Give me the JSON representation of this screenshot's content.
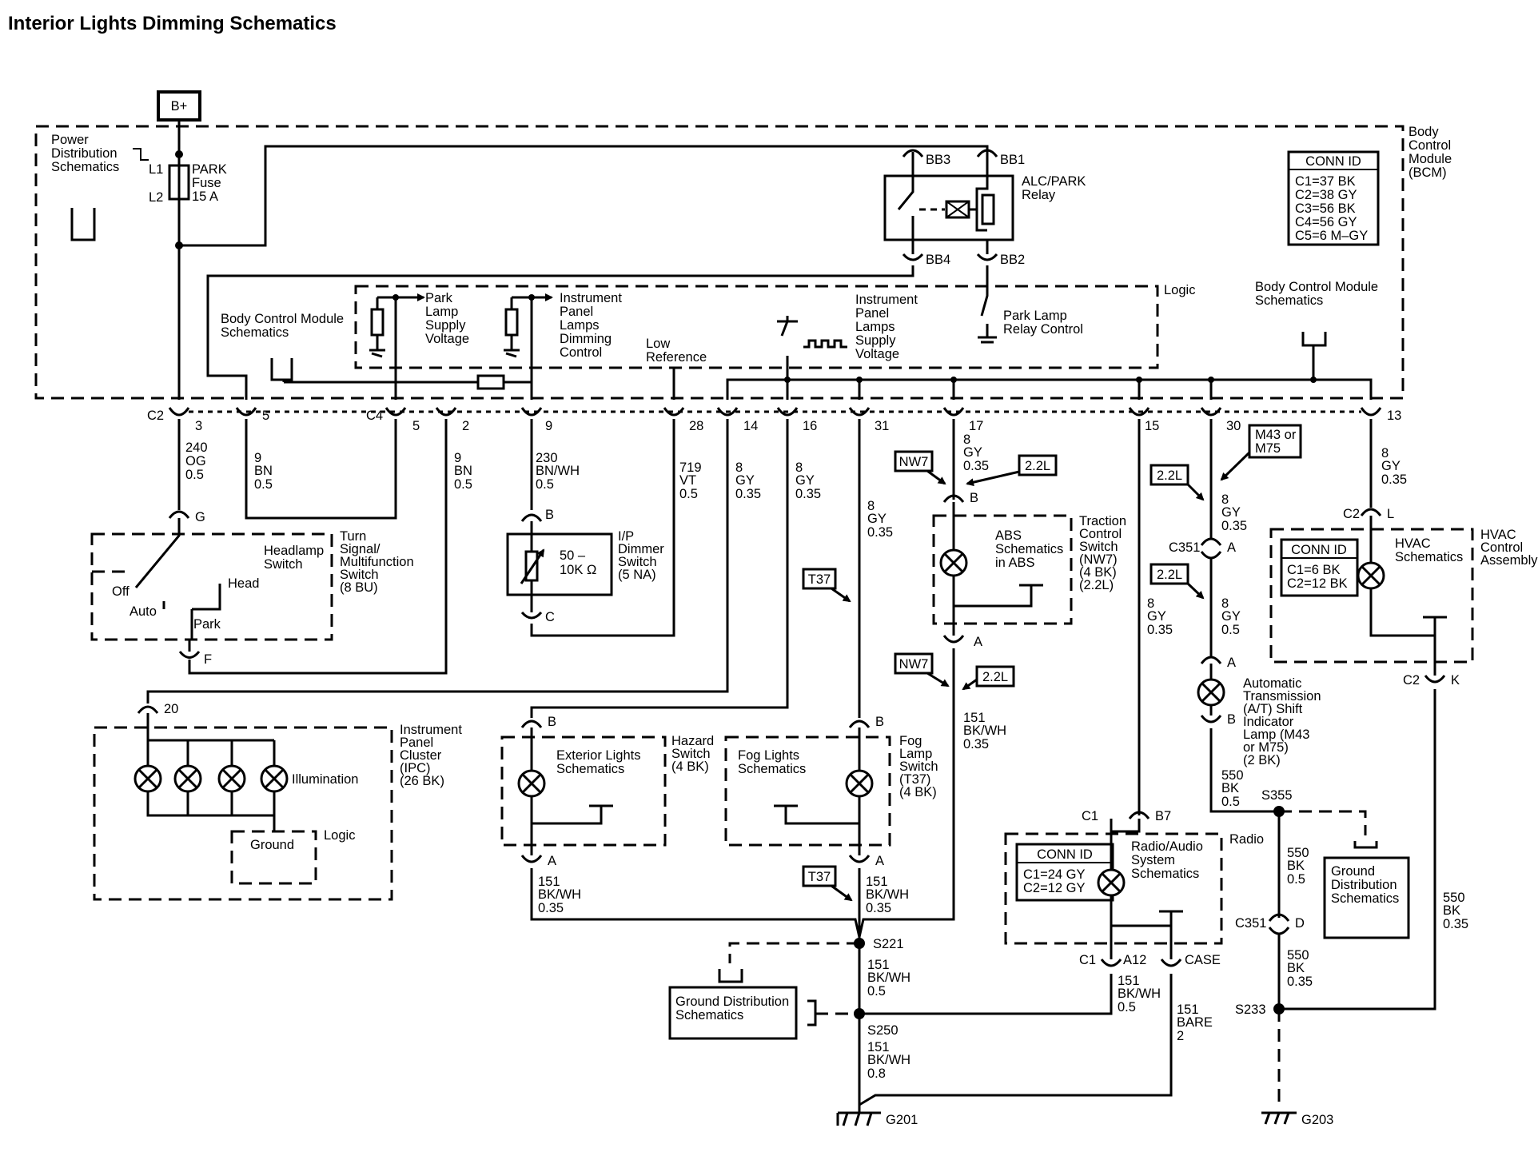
{
  "title": "Interior Lights Dimming Schematics",
  "bplus": "B+",
  "bcm": {
    "label": [
      "Body",
      "Control",
      "Module",
      "(BCM)"
    ],
    "logic": "Logic",
    "bcm_schem_right": [
      "Body Control Module",
      "Schematics"
    ],
    "bcm_schem_left": [
      "Body Control Module",
      "Schematics"
    ]
  },
  "conn_bcm": {
    "title": "CONN ID",
    "rows": [
      "C1=37 BK",
      "C2=38 GY",
      "C3=56 BK",
      "C4=56 GY",
      "C5=6 M–GY"
    ]
  },
  "power_dist": [
    "Power",
    "Distribution",
    "Schematics"
  ],
  "fuse": {
    "l1": "L1",
    "l2": "L2",
    "label": [
      "PARK",
      "Fuse",
      "15 A"
    ]
  },
  "relay": {
    "label": [
      "ALC/PARK",
      "Relay"
    ],
    "bb1": "BB1",
    "bb2": "BB2",
    "bb3": "BB3",
    "bb4": "BB4"
  },
  "park_ctrl": [
    "Park Lamp",
    "Relay Control"
  ],
  "park_supply": [
    "Park",
    "Lamp",
    "Supply",
    "Voltage"
  ],
  "ip_dim_ctrl": [
    "Instrument",
    "Panel",
    "Lamps",
    "Dimming",
    "Control"
  ],
  "low_ref": [
    "Low",
    "Reference"
  ],
  "ip_supply": [
    "Instrument",
    "Panel",
    "Lamps",
    "Supply",
    "Voltage"
  ],
  "pins": {
    "c2": "C2",
    "c4": "C4",
    "p3": "3",
    "p5a": "5",
    "p5b": "5",
    "p2": "2",
    "p9": "9",
    "p28": "28",
    "p14": "14",
    "p16": "16",
    "p31": "31",
    "p17": "17",
    "p15": "15",
    "p30": "30",
    "p13": "13"
  },
  "wires": {
    "w240": [
      "240",
      "OG",
      "0.5"
    ],
    "w9a": [
      "9",
      "BN",
      "0.5"
    ],
    "w9b": [
      "9",
      "BN",
      "0.5"
    ],
    "w230": [
      "230",
      "BN/WH",
      "0.5"
    ],
    "w719": [
      "719",
      "VT",
      "0.5"
    ],
    "w8_14": [
      "8",
      "GY",
      "0.35"
    ],
    "w8_16": [
      "8",
      "GY",
      "0.35"
    ],
    "w8_31": [
      "8",
      "GY",
      "0.35"
    ],
    "w8_17": [
      "8",
      "GY",
      "0.35"
    ],
    "w8_15": [
      "8",
      "GY",
      "0.35"
    ],
    "w8_30": [
      "8",
      "GY",
      "0.35"
    ],
    "w8_30b": [
      "8",
      "GY",
      "0.5"
    ],
    "w8_13": [
      "8",
      "GY",
      "0.35"
    ],
    "w151_abs": [
      "151",
      "BK/WH",
      "0.35"
    ],
    "w151_ext": [
      "151",
      "BK/WH",
      "0.35"
    ],
    "w151_fog": [
      "151",
      "BK/WH",
      "0.35"
    ],
    "w151_s221": [
      "151",
      "BK/WH",
      "0.5"
    ],
    "w151_radio": [
      "151",
      "BK/WH",
      "0.5"
    ],
    "w151_bare": [
      "151",
      "BARE",
      "2"
    ],
    "w151_g201": [
      "151",
      "BK/WH",
      "0.8"
    ],
    "w550_a": [
      "550",
      "BK",
      "0.5"
    ],
    "w550_b": [
      "550",
      "BK",
      "0.5"
    ],
    "w550_c": [
      "550",
      "BK",
      "0.35"
    ],
    "w550_d": [
      "550",
      "BK",
      "0.35"
    ]
  },
  "headlamp": {
    "label": [
      "Headlamp",
      "Switch"
    ],
    "off": "Off",
    "auto": "Auto",
    "head": "Head",
    "park": "Park",
    "g": "G",
    "f": "F"
  },
  "turn_sig": [
    "Turn",
    "Signal/",
    "Multifunction",
    "Switch",
    "(8 BU)"
  ],
  "dimmer": {
    "value": "50 –\n10K Ω",
    "v1": "50 –",
    "v2": "10K Ω",
    "label": [
      "I/P",
      "Dimmer",
      "Switch",
      "(5 NA)"
    ],
    "b": "B",
    "c": "C"
  },
  "ipc": {
    "pin": "20",
    "label": [
      "Instrument",
      "Panel",
      "Cluster",
      "(IPC)",
      "(26 BK)"
    ],
    "illum": "Illumination",
    "ground": "Ground",
    "logic": "Logic"
  },
  "hazard": {
    "label": [
      "Hazard",
      "Switch",
      "(4 BK)"
    ],
    "schem": [
      "Exterior Lights",
      "Schematics"
    ],
    "b": "B",
    "a": "A"
  },
  "fog": {
    "label": [
      "Fog",
      "Lamp",
      "Switch",
      "(T37)",
      "(4 BK)"
    ],
    "schem": [
      "Fog Lights",
      "Schematics"
    ],
    "b": "B",
    "a": "A"
  },
  "traction": {
    "label": [
      "Traction",
      "Control",
      "Switch",
      "(NW7)",
      "(4 BK)",
      "(2.2L)"
    ],
    "schem": [
      "ABS",
      "Schematics",
      "in ABS"
    ],
    "b": "B",
    "a": "A"
  },
  "options": {
    "nw7": "NW7",
    "l22": "2.2L",
    "t37": "T37",
    "m43": [
      "M43 or",
      "M75"
    ]
  },
  "c351": {
    "label": "C351",
    "a": "A",
    "d": "D"
  },
  "ats": {
    "label": [
      "Automatic",
      "Transmission",
      "(A/T) Shift",
      "Indicator",
      "Lamp (M43",
      "or M75)",
      "(2 BK)"
    ],
    "a": "A",
    "b": "B"
  },
  "hvac": {
    "label": [
      "HVAC",
      "Control",
      "Assembly"
    ],
    "schem": [
      "HVAC",
      "Schematics"
    ],
    "conn": {
      "title": "CONN ID",
      "rows": [
        "C1=6 BK",
        "C2=12 BK"
      ]
    },
    "c2": "C2",
    "l": "L",
    "k": "K"
  },
  "radio": {
    "label": "Radio",
    "schem": [
      "Radio/Audio",
      "System",
      "Schematics"
    ],
    "conn": {
      "title": "CONN ID",
      "rows": [
        "C1=24 GY",
        "C2=12 GY"
      ]
    },
    "c1a": "C1",
    "b7": "B7",
    "c1b": "C1",
    "a12": "A12",
    "case": "CASE"
  },
  "splices": {
    "s221": "S221",
    "s250": "S250",
    "s355": "S355",
    "s233": "S233"
  },
  "gd_left": [
    "Ground Distribution",
    "Schematics"
  ],
  "gd_right": [
    "Ground",
    "Distribution",
    "Schematics"
  ],
  "grounds": {
    "g201": "G201",
    "g203": "G203"
  }
}
